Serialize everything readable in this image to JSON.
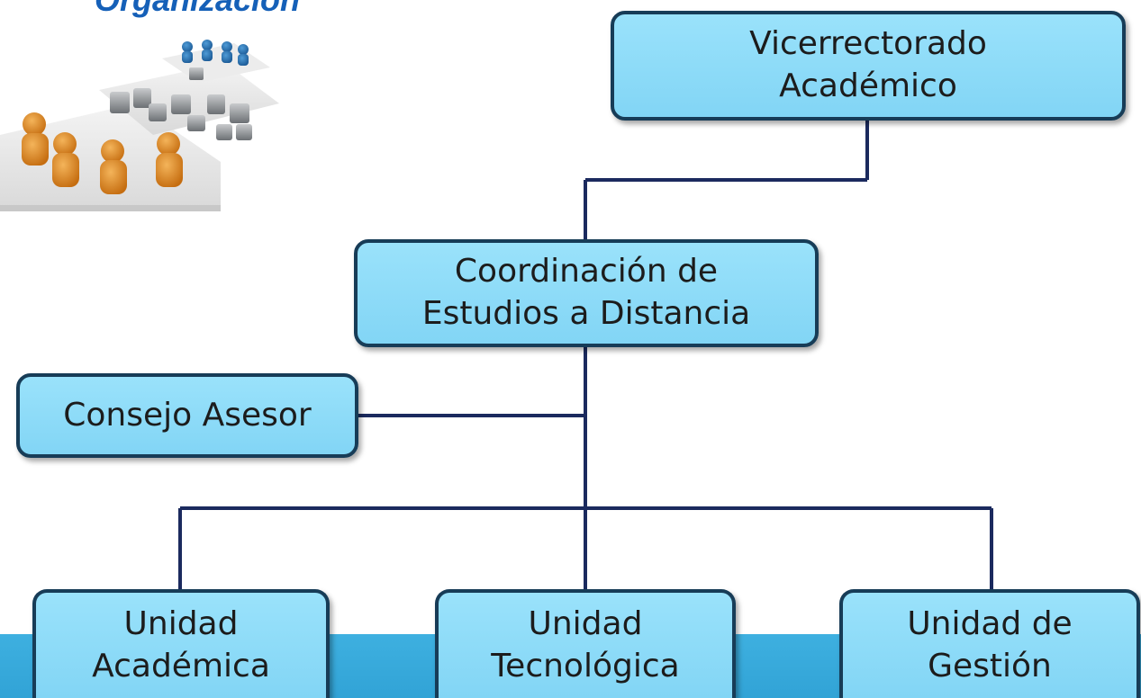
{
  "title": "Organización",
  "org_chart": {
    "vicerrectorado": "Vicerrectorado\nAcadémico",
    "coordinacion": "Coordinación de\nEstudios  a  Distancia",
    "consejo": "Consejo Asesor",
    "unidad_academica": "Unidad\nAcadémica",
    "unidad_tecnologica": "Unidad\nTecnológica",
    "unidad_gestion": "Unidad de\nGestión"
  },
  "colors": {
    "box_fill": "#8fdcf8",
    "box_border": "#173c57",
    "connector": "#1b2a5e",
    "title": "#1560b8",
    "band": "#38aadc"
  },
  "illustration": "teamwork-puzzle-people-image"
}
